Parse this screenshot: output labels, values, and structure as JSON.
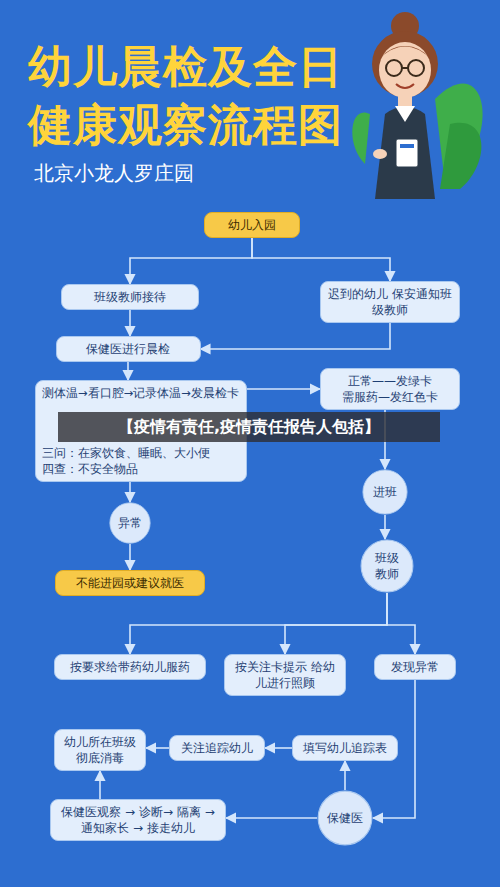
{
  "diagram": {
    "title": "幼儿晨检及全日 健康观察流程图",
    "nodes": [
      {
        "text": [
          "幼儿入园"
        ]
      },
      {
        "text": [
          "班级教师接待"
        ]
      },
      {
        "text": [
          "迟到的幼儿 保安通知班级教师"
        ]
      },
      {
        "text": [
          "保健医进行晨检"
        ]
      },
      {
        "text": [
          "测体温→看口腔→记录体温→发晨检卡",
          "三问：在家饮食、睡眠、大小便",
          "四查：不安全物品"
        ]
      },
      {
        "text": [
          "正常——发绿卡",
          "需服药—发红色卡"
        ]
      },
      {
        "text": [
          "进班"
        ]
      },
      {
        "text": [
          "异常"
        ]
      },
      {
        "text": [
          "班级 教师"
        ]
      },
      {
        "text": [
          "不能进园或建议就医"
        ]
      },
      {
        "text": [
          "按要求给带药幼儿服药"
        ]
      },
      {
        "text": [
          "按关注卡提示 给幼儿进行照顾"
        ]
      },
      {
        "text": [
          "发现异常"
        ]
      },
      {
        "text": [
          "幼儿所在班级 彻底消毒"
        ]
      },
      {
        "text": [
          "关注追踪幼儿"
        ]
      },
      {
        "text": [
          "填写幼儿追踪表"
        ]
      },
      {
        "text": [
          "保健医观察 → 诊断→ 隔离 → 通知家长 → 接走幼儿"
        ]
      },
      {
        "text": [
          "保健医"
        ]
      }
    ],
    "edges": [
      {
        "from": 0,
        "to": 1,
        "arrow": "to"
      },
      {
        "from": 0,
        "to": 2,
        "arrow": "to"
      },
      {
        "from": 1,
        "to": 3,
        "arrow": "to"
      },
      {
        "from": 2,
        "to": 3,
        "arrow": "to"
      },
      {
        "from": 3,
        "to": 4,
        "arrow": "to"
      },
      {
        "from": 4,
        "to": 5,
        "arrow": "to"
      },
      {
        "from": 5,
        "to": 6,
        "arrow": "to"
      },
      {
        "from": 4,
        "to": 7,
        "arrow": "to"
      },
      {
        "from": 6,
        "to": 8,
        "arrow": "to"
      },
      {
        "from": 7,
        "to": 9,
        "arrow": "to"
      },
      {
        "from": 8,
        "to": 10,
        "arrow": "to"
      },
      {
        "from": 8,
        "to": 11,
        "arrow": "to"
      },
      {
        "from": 8,
        "to": 12,
        "arrow": "to"
      },
      {
        "from": 12,
        "to": 17,
        "arrow": "to"
      },
      {
        "from": 17,
        "to": 16,
        "arrow": "to"
      },
      {
        "from": 17,
        "to": 15,
        "arrow": "to"
      },
      {
        "from": 15,
        "to": 14,
        "arrow": "to"
      },
      {
        "from": 14,
        "to": 13,
        "arrow": "to"
      },
      {
        "from": 16,
        "to": 13,
        "arrow": "to"
      }
    ],
    "labels": [
      "北京小龙人罗庄园",
      "【疫情有责任,疫情责任报告人包括】"
    ]
  }
}
